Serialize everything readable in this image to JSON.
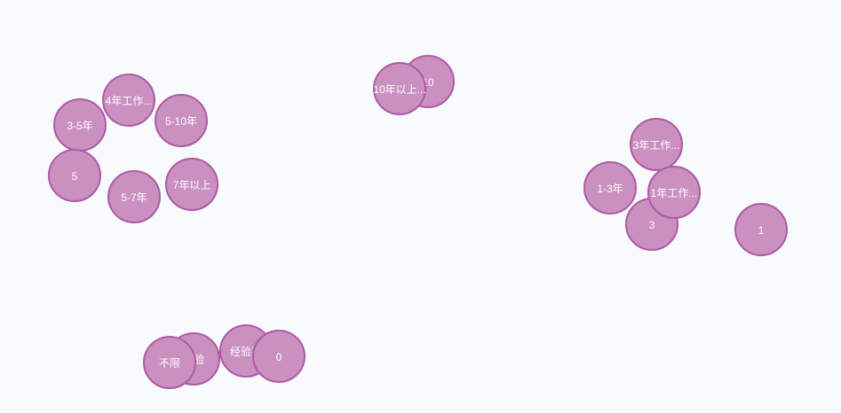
{
  "colors": {
    "background": "#f8fbfe",
    "node_fill": "#c990c0",
    "node_stroke": "#b05aa5",
    "label": "#ffffff"
  },
  "clusters": [
    {
      "id": "cluster-experience-mid",
      "nodes": [
        {
          "id": "n-4yr",
          "label": "4年工作..."
        },
        {
          "id": "n-3-5",
          "label": "3-5年"
        },
        {
          "id": "n-5-10",
          "label": "5-10年"
        },
        {
          "id": "n-5",
          "label": "5"
        },
        {
          "id": "n-7plus",
          "label": "7年以上"
        },
        {
          "id": "n-5-7",
          "label": "5-7年"
        }
      ]
    },
    {
      "id": "cluster-experience-senior",
      "nodes": [
        {
          "id": "n-10",
          "label": "10"
        },
        {
          "id": "n-10plus",
          "label": "10年以上..."
        }
      ]
    },
    {
      "id": "cluster-experience-junior",
      "nodes": [
        {
          "id": "n-3yr",
          "label": "3年工作..."
        },
        {
          "id": "n-1-3",
          "label": "1-3年"
        },
        {
          "id": "n-3",
          "label": "3"
        },
        {
          "id": "n-1yr",
          "label": "1年工作..."
        },
        {
          "id": "n-1",
          "label": "1"
        }
      ]
    },
    {
      "id": "cluster-experience-none",
      "nodes": [
        {
          "id": "n-no-exp",
          "label": "经验"
        },
        {
          "id": "n-unlimited",
          "label": "不限"
        },
        {
          "id": "n-exp-not",
          "label": "经验不"
        },
        {
          "id": "n-0",
          "label": "0"
        }
      ]
    }
  ]
}
